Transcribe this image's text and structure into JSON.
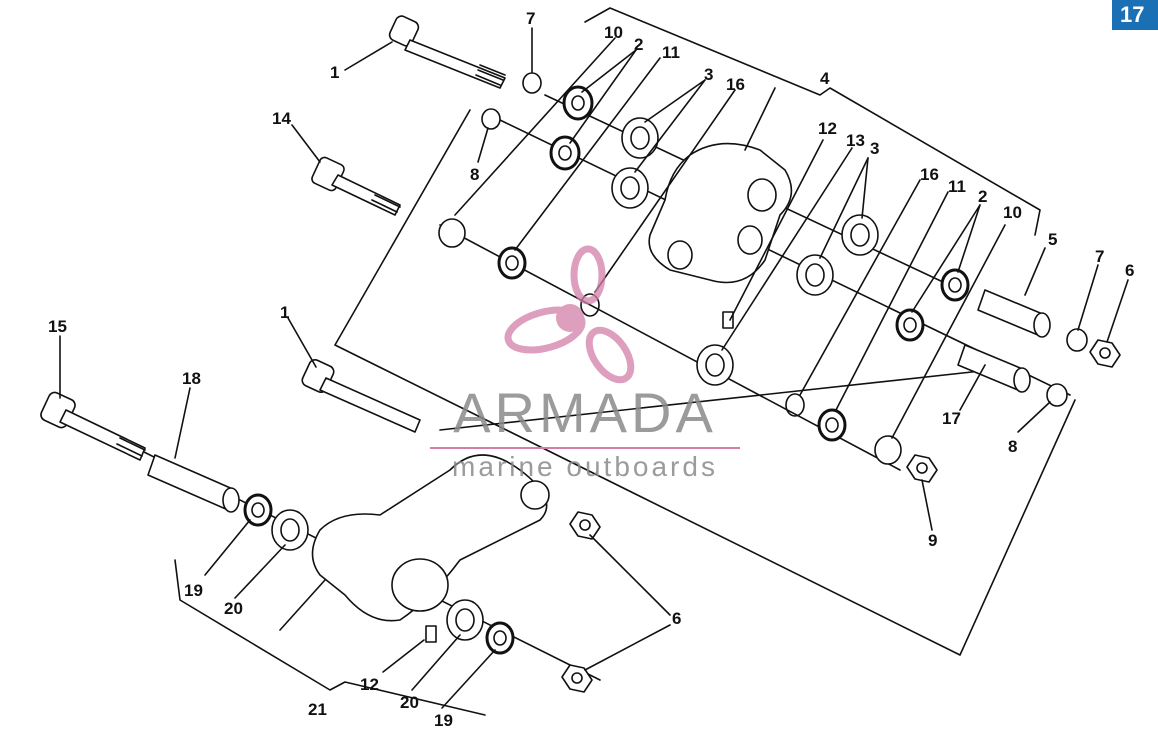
{
  "page_tab": {
    "label": "17"
  },
  "watermark": {
    "title": "ARMADA",
    "subtitle": "marine outboards",
    "color": "#d27fa8"
  },
  "callouts": [
    {
      "id": "c1",
      "text": "1"
    },
    {
      "id": "c7a",
      "text": "7"
    },
    {
      "id": "c10a",
      "text": "10"
    },
    {
      "id": "c2a",
      "text": "2"
    },
    {
      "id": "c11a",
      "text": "11"
    },
    {
      "id": "c3a",
      "text": "3"
    },
    {
      "id": "c16a",
      "text": "16"
    },
    {
      "id": "c4",
      "text": "4"
    },
    {
      "id": "c14",
      "text": "14"
    },
    {
      "id": "c8a",
      "text": "8"
    },
    {
      "id": "c12a",
      "text": "12"
    },
    {
      "id": "c13",
      "text": "13"
    },
    {
      "id": "c3b",
      "text": "3"
    },
    {
      "id": "c16b",
      "text": "16"
    },
    {
      "id": "c11b",
      "text": "11"
    },
    {
      "id": "c2b",
      "text": "2"
    },
    {
      "id": "c10b",
      "text": "10"
    },
    {
      "id": "c5",
      "text": "5"
    },
    {
      "id": "c7b",
      "text": "7"
    },
    {
      "id": "c6a",
      "text": "6"
    },
    {
      "id": "c17",
      "text": "17"
    },
    {
      "id": "c8b",
      "text": "8"
    },
    {
      "id": "c9",
      "text": "9"
    },
    {
      "id": "c15",
      "text": "15"
    },
    {
      "id": "c18",
      "text": "18"
    },
    {
      "id": "c1b",
      "text": "1"
    },
    {
      "id": "c19a",
      "text": "19"
    },
    {
      "id": "c20a",
      "text": "20"
    },
    {
      "id": "c6b",
      "text": "6"
    },
    {
      "id": "c12b",
      "text": "12"
    },
    {
      "id": "c20b",
      "text": "20"
    },
    {
      "id": "c21",
      "text": "21"
    },
    {
      "id": "c19b",
      "text": "19"
    }
  ]
}
